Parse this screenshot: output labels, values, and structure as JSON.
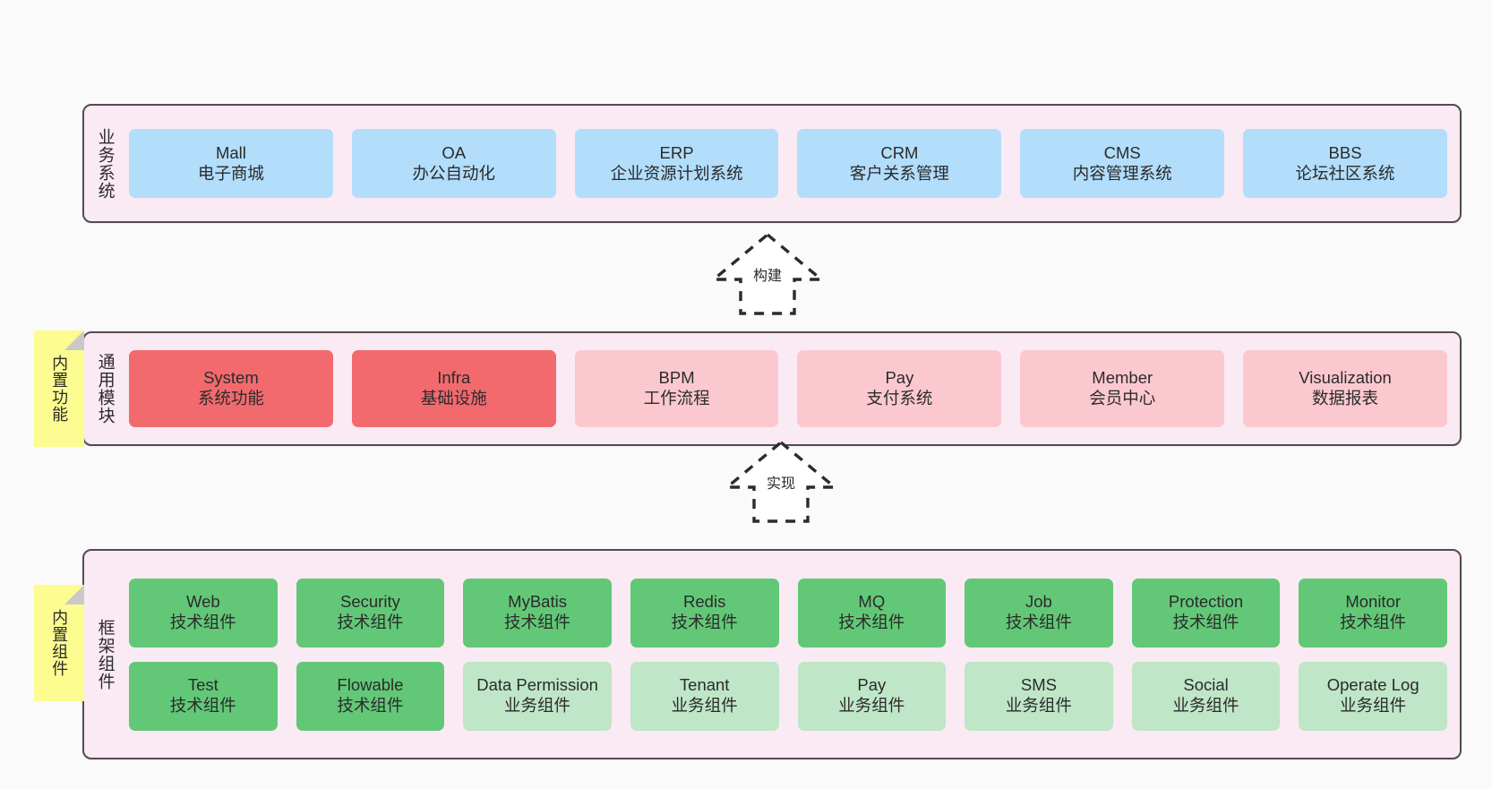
{
  "diagram": {
    "background": "#fafafa",
    "layer_bg": "#faeaf4",
    "layer_border": "#534a52",
    "colors": {
      "business": "#b2ddfb",
      "module_active": "#f26a6e",
      "module_plain": "#fcc8d0",
      "tech_component": "#62c877",
      "biz_component": "#bfe6c6",
      "sticky": "#fcfc90",
      "sticky_fold": "#c9c9c9"
    }
  },
  "layers": {
    "business": {
      "title": "业务系统",
      "cards": [
        {
          "name": "Mall",
          "desc": "电子商城"
        },
        {
          "name": "OA",
          "desc": "办公自动化"
        },
        {
          "name": "ERP",
          "desc": "企业资源计划系统"
        },
        {
          "name": "CRM",
          "desc": "客户关系管理"
        },
        {
          "name": "CMS",
          "desc": "内容管理系统"
        },
        {
          "name": "BBS",
          "desc": "论坛社区系统"
        }
      ]
    },
    "modules": {
      "title": "通用模块",
      "sticky": "内置功能",
      "cards": [
        {
          "name": "System",
          "desc": "系统功能",
          "style": "red"
        },
        {
          "name": "Infra",
          "desc": "基础设施",
          "style": "red"
        },
        {
          "name": "BPM",
          "desc": "工作流程",
          "style": "pink"
        },
        {
          "name": "Pay",
          "desc": "支付系统",
          "style": "pink"
        },
        {
          "name": "Member",
          "desc": "会员中心",
          "style": "pink"
        },
        {
          "name": "Visualization",
          "desc": "数据报表",
          "style": "pink"
        }
      ]
    },
    "framework": {
      "title": "框架组件",
      "sticky": "内置组件",
      "row1": [
        {
          "name": "Web",
          "desc": "技术组件",
          "style": "green"
        },
        {
          "name": "Security",
          "desc": "技术组件",
          "style": "green"
        },
        {
          "name": "MyBatis",
          "desc": "技术组件",
          "style": "green"
        },
        {
          "name": "Redis",
          "desc": "技术组件",
          "style": "green"
        },
        {
          "name": "MQ",
          "desc": "技术组件",
          "style": "green"
        },
        {
          "name": "Job",
          "desc": "技术组件",
          "style": "green"
        },
        {
          "name": "Protection",
          "desc": "技术组件",
          "style": "green"
        },
        {
          "name": "Monitor",
          "desc": "技术组件",
          "style": "green"
        }
      ],
      "row2": [
        {
          "name": "Test",
          "desc": "技术组件",
          "style": "green"
        },
        {
          "name": "Flowable",
          "desc": "技术组件",
          "style": "green"
        },
        {
          "name": "Data Permission",
          "desc": "业务组件",
          "style": "lightgreen"
        },
        {
          "name": "Tenant",
          "desc": "业务组件",
          "style": "lightgreen"
        },
        {
          "name": "Pay",
          "desc": "业务组件",
          "style": "lightgreen"
        },
        {
          "name": "SMS",
          "desc": "业务组件",
          "style": "lightgreen"
        },
        {
          "name": "Social",
          "desc": "业务组件",
          "style": "lightgreen"
        },
        {
          "name": "Operate Log",
          "desc": "业务组件",
          "style": "lightgreen"
        }
      ]
    }
  },
  "connectors": [
    {
      "label": "构建",
      "from": "modules",
      "to": "business"
    },
    {
      "label": "实现",
      "from": "framework",
      "to": "modules"
    }
  ]
}
